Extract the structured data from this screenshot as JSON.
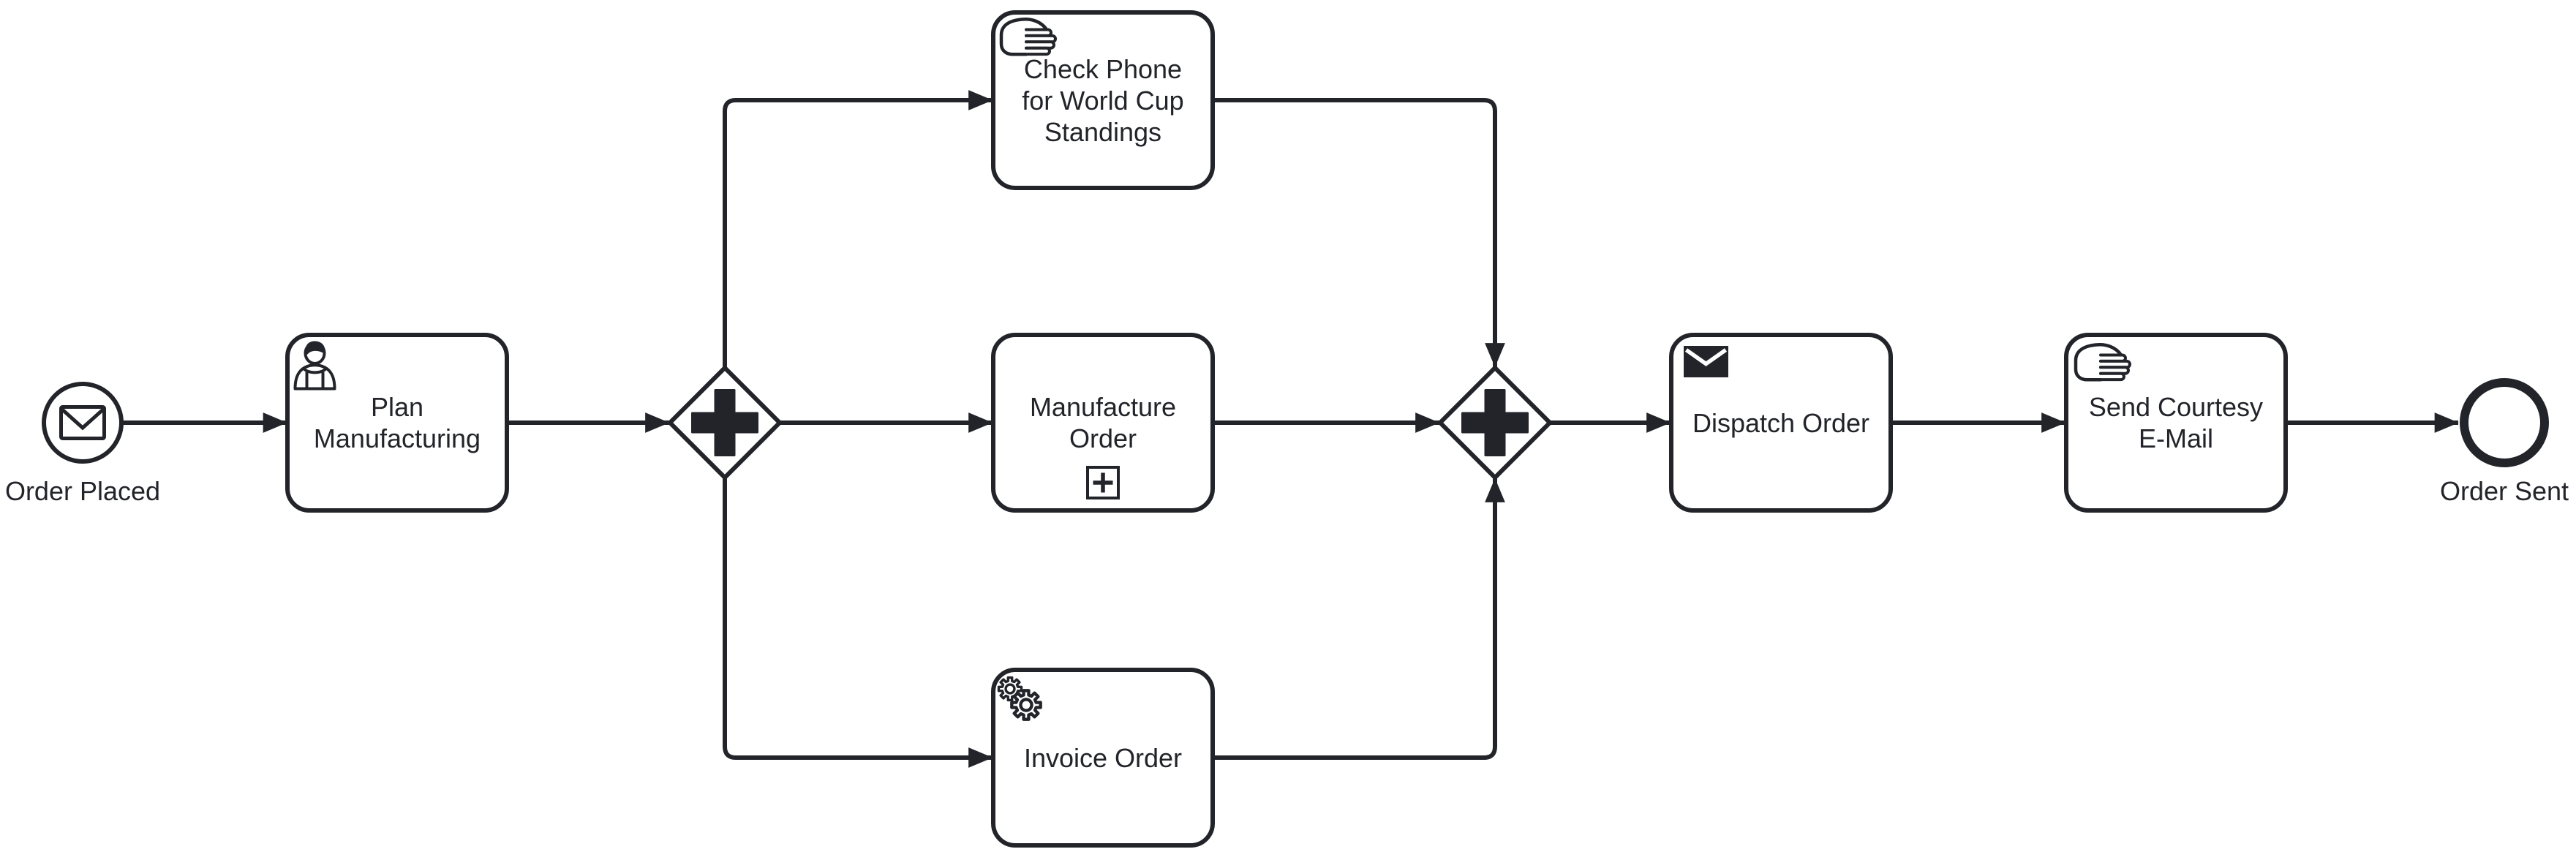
{
  "diagram": {
    "kind": "BPMN 2.0 process diagram",
    "colors": {
      "stroke": "#22242A",
      "fill": "#FFFFFF",
      "background": "#FFFFFF"
    },
    "nodes": {
      "start_event": {
        "type": "message-start-event",
        "label": "Order Placed",
        "icon": "envelope-outline-icon"
      },
      "task_plan": {
        "type": "user-task",
        "label": "Plan\nManufacturing",
        "icon": "user-icon"
      },
      "gateway_split": {
        "type": "parallel-gateway",
        "marker": "plus"
      },
      "task_check_phone": {
        "type": "manual-task",
        "label": "Check Phone\nfor World Cup\nStandings",
        "icon": "hand-icon"
      },
      "task_manufacture": {
        "type": "collapsed-subprocess",
        "label": "Manufacture\nOrder",
        "marker": "subprocess-plus-box"
      },
      "task_invoice": {
        "type": "service-task",
        "label": "Invoice Order",
        "icon": "gears-icon"
      },
      "gateway_join": {
        "type": "parallel-gateway",
        "marker": "plus"
      },
      "task_dispatch": {
        "type": "send-task",
        "label": "Dispatch Order",
        "icon": "envelope-filled-icon"
      },
      "task_send_mail": {
        "type": "manual-task",
        "label": "Send Courtesy\nE-Mail",
        "icon": "hand-icon"
      },
      "end_event": {
        "type": "end-event",
        "label": "Order Sent"
      }
    },
    "flows": [
      {
        "from": "start_event",
        "to": "task_plan"
      },
      {
        "from": "task_plan",
        "to": "gateway_split"
      },
      {
        "from": "gateway_split",
        "to": "task_check_phone"
      },
      {
        "from": "gateway_split",
        "to": "task_manufacture"
      },
      {
        "from": "gateway_split",
        "to": "task_invoice"
      },
      {
        "from": "task_check_phone",
        "to": "gateway_join"
      },
      {
        "from": "task_manufacture",
        "to": "gateway_join"
      },
      {
        "from": "task_invoice",
        "to": "gateway_join"
      },
      {
        "from": "gateway_join",
        "to": "task_dispatch"
      },
      {
        "from": "task_dispatch",
        "to": "task_send_mail"
      },
      {
        "from": "task_send_mail",
        "to": "end_event"
      }
    ]
  }
}
